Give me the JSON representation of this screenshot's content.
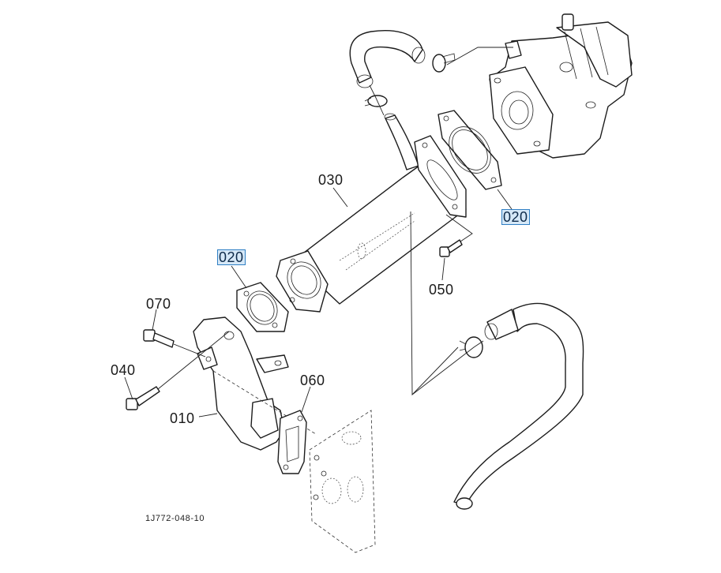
{
  "diagram": {
    "title": "EGR cooler parts exploded view",
    "drawing_code": "1J772-048-10",
    "highlight_color": "#d6e8f7",
    "highlight_border": "#2f7fc4",
    "callouts": [
      {
        "id": "010",
        "label": "010",
        "part": "EGR cooler bracket / manifold",
        "highlighted": false
      },
      {
        "id": "020a",
        "label": "020",
        "part": "Gasket (cooler outlet side)",
        "highlighted": true
      },
      {
        "id": "020b",
        "label": "020",
        "part": "Gasket (EGR valve side)",
        "highlighted": true
      },
      {
        "id": "030",
        "label": "030",
        "part": "EGR cooler",
        "highlighted": false
      },
      {
        "id": "040",
        "label": "040",
        "part": "Flange bolt (long)",
        "highlighted": false
      },
      {
        "id": "050",
        "label": "050",
        "part": "Flange bolt",
        "highlighted": false
      },
      {
        "id": "060",
        "label": "060",
        "part": "Gasket (cylinder head)",
        "highlighted": false
      },
      {
        "id": "070",
        "label": "070",
        "part": "Flange bolt (short)",
        "highlighted": false
      }
    ]
  }
}
